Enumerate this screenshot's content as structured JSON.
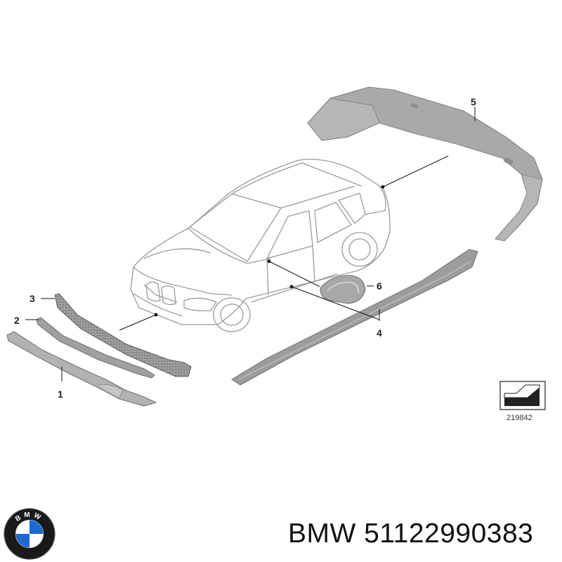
{
  "callouts": {
    "c1": "1",
    "c2": "2",
    "c3": "3",
    "c4": "4",
    "c5": "5",
    "c6": "6"
  },
  "reference_code": "219842",
  "caption": {
    "brand": "BMW",
    "part_number": "51122990383"
  },
  "logo": {
    "name": "bmw-roundel",
    "letters": "BMW",
    "colors": {
      "ring": "#111111",
      "blue": "#1c69d4",
      "white": "#ffffff"
    }
  },
  "parts": [
    {
      "callout": "1",
      "icon": "bumper-trim-strip"
    },
    {
      "callout": "2",
      "icon": "trim-strip"
    },
    {
      "callout": "3",
      "icon": "grille-mesh"
    },
    {
      "callout": "4",
      "icon": "side-sill-panel"
    },
    {
      "callout": "5",
      "icon": "rear-bumper-panel"
    },
    {
      "callout": "6",
      "icon": "mirror-cap"
    }
  ]
}
